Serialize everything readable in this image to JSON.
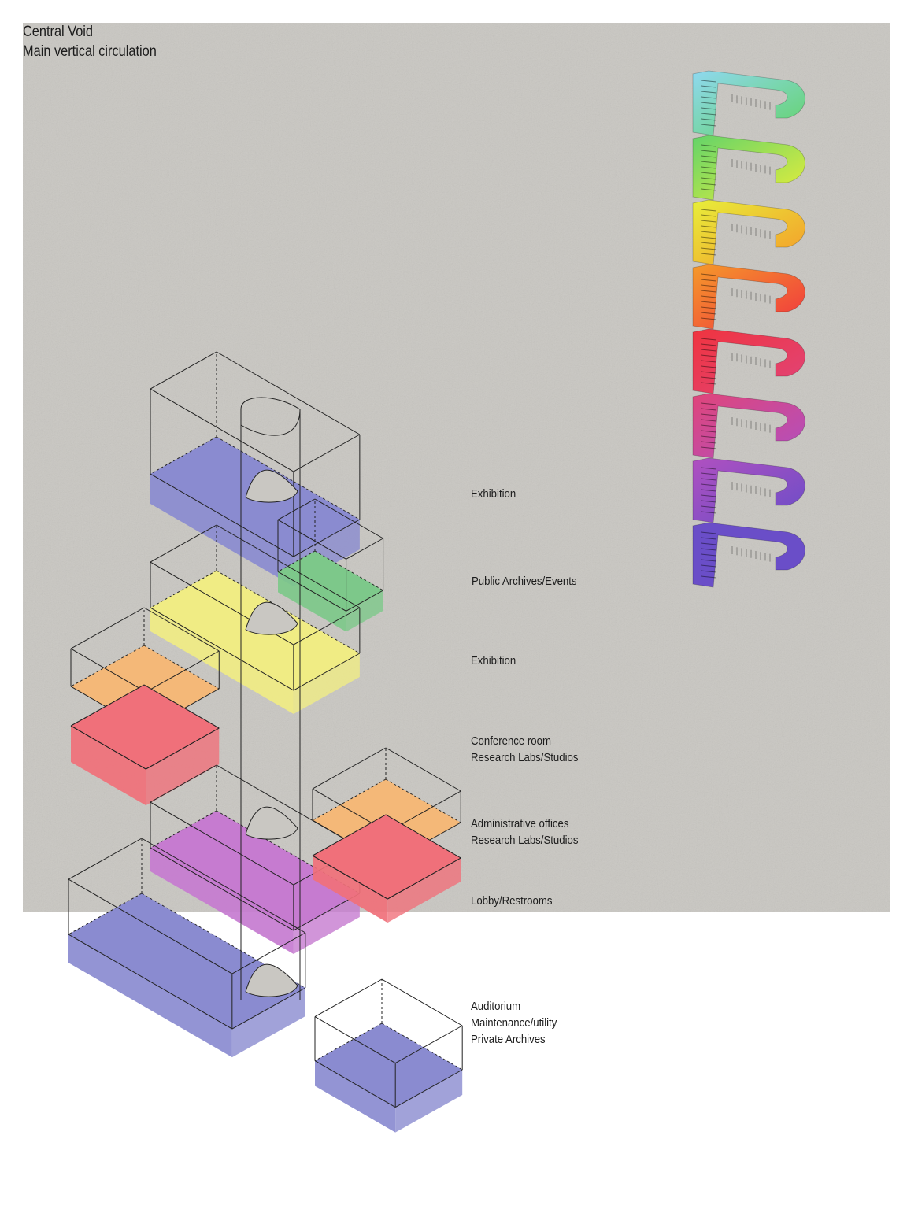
{
  "title": {
    "line1": "Central Void",
    "line2": "Main vertical circulation"
  },
  "labels": {
    "exhibition_top": "Exhibition",
    "public_archives": "Public Archives/Events",
    "exhibition_mid": "Exhibition",
    "conference": "Conference room",
    "research_1": "Research Labs/Studios",
    "admin": "Administrative offices",
    "research_2": "Research Labs/Studios",
    "lobby": "Lobby/Restrooms",
    "auditorium": "Auditorium",
    "maintenance": "Maintenance/utility",
    "private_archives": "Private Archives"
  },
  "colors": {
    "background_panel": "#c9c7c2",
    "blue_floor": "#8a8bd0",
    "green_floor": "#7dc88a",
    "yellow_floor": "#f0ec84",
    "orange_floor": "#f4b878",
    "red_floor": "#f0707a",
    "purple_floor": "#c67bd0",
    "line": "#222222"
  },
  "stair_gradient": [
    "#8fd8f0",
    "#63d36a",
    "#e7ee3a",
    "#f59a2a",
    "#f0343f",
    "#e0457a",
    "#b050c0",
    "#6a4ec8"
  ],
  "stair_flights": 8
}
